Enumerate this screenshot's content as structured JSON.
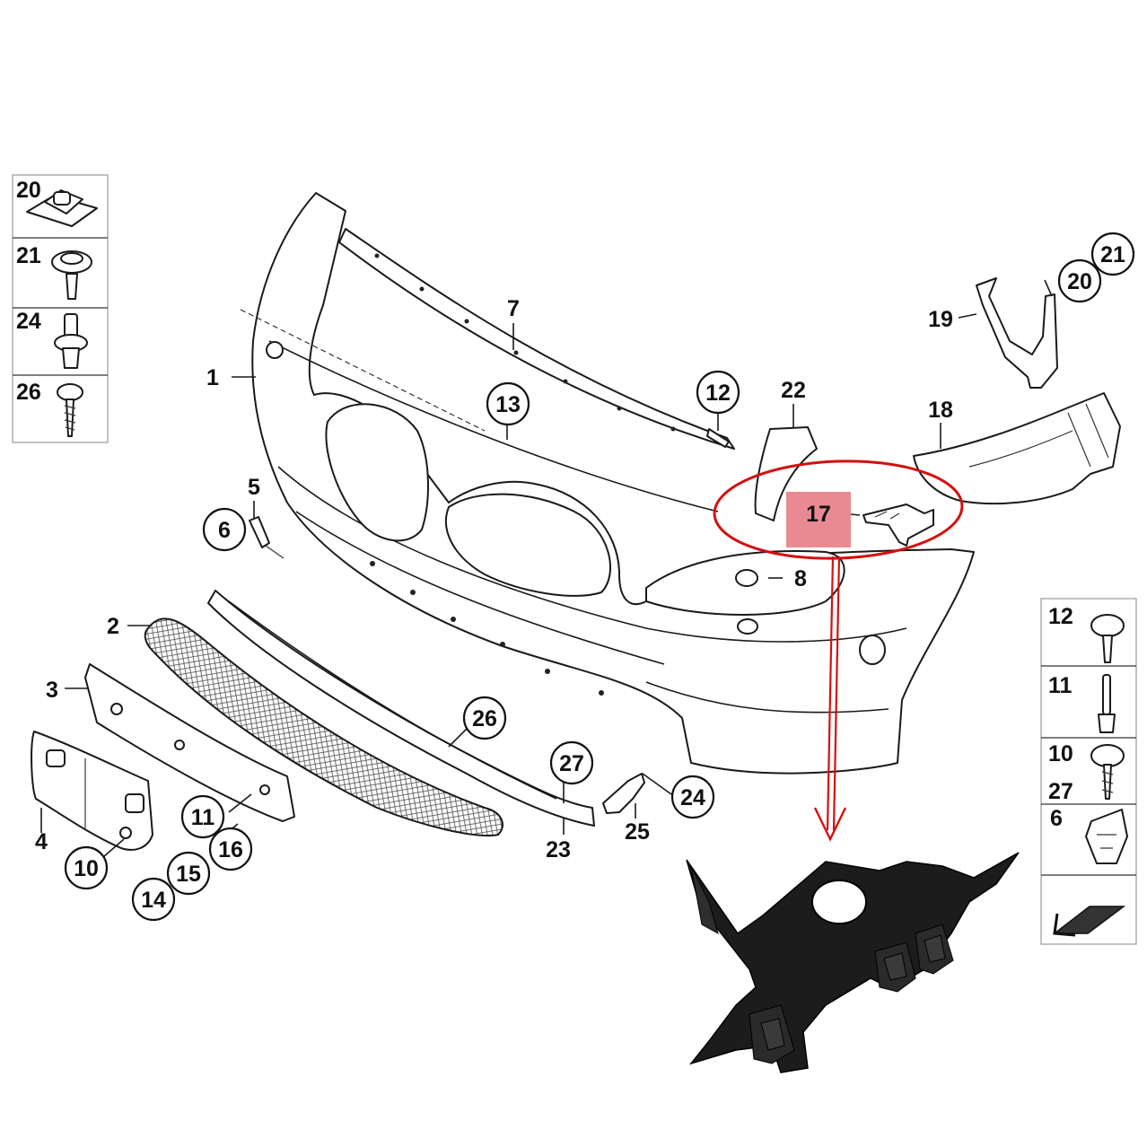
{
  "diagram": {
    "part_labels": {
      "p1": "1",
      "p2": "2",
      "p3": "3",
      "p4": "4",
      "p5": "5",
      "p6": "6",
      "p7": "7",
      "p8": "8",
      "p10": "10",
      "p11": "11",
      "p12": "12",
      "p13": "13",
      "p14": "14",
      "p15": "15",
      "p16": "16",
      "p17": "17",
      "p18": "18",
      "p19": "19",
      "p20": "20",
      "p21": "21",
      "p22": "22",
      "p23": "23",
      "p24": "24",
      "p25": "25",
      "p26": "26",
      "p27": "27"
    },
    "left_legend": [
      "20",
      "21",
      "24",
      "26"
    ],
    "right_legend": [
      "12",
      "11",
      "10",
      "27",
      "6"
    ],
    "highlight_label": "17",
    "colors": {
      "highlight_fill": "#e98a92",
      "callout_red": "#d41010",
      "photo_part": "#1c1c1c"
    }
  }
}
